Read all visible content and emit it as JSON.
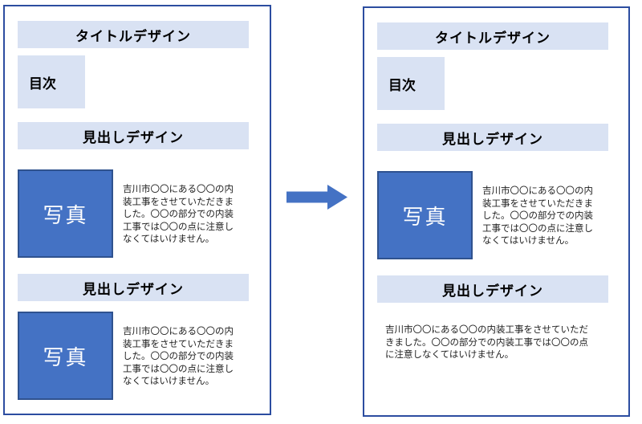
{
  "colors": {
    "band_bg": "#D9E2F3",
    "photo_fill": "#4472C4",
    "photo_border": "#2F528F",
    "panel_border": "#2C4DA0",
    "arrow": "#4472C4",
    "body_text": "#1f1f1f"
  },
  "panels": {
    "left": {
      "title": "タイトルデザイン",
      "toc_label": "目次",
      "sections": [
        {
          "heading": "見出しデザイン",
          "photo_label": "写真",
          "body": "吉川市〇〇にある〇〇の内\n装工事をさせていただきま\nした。〇〇の部分での内装\n工事では〇〇の点に注意し\nなくてはいけません。"
        },
        {
          "heading": "見出しデザイン",
          "photo_label": "写真",
          "body": "吉川市〇〇にある〇〇の内\n装工事をさせていただきま\nした。〇〇の部分での内装\n工事では〇〇の点に注意し\nなくてはいけません。"
        }
      ]
    },
    "right": {
      "title": "タイトルデザイン",
      "toc_label": "目次",
      "sections": [
        {
          "heading": "見出しデザイン",
          "photo_label": "写真",
          "body": "吉川市〇〇にある〇〇の内\n装工事をさせていただきま\nした。〇〇の部分での内装\n工事では〇〇の点に注意し\nなくてはいけません。"
        },
        {
          "heading": "見出しデザイン",
          "body": "吉川市〇〇にある〇〇の内装工事をさせていただ\nきました。〇〇の部分での内装工事では〇〇の点\nに注意しなくてはいけません。"
        }
      ]
    }
  },
  "arrow": {
    "direction": "right"
  }
}
